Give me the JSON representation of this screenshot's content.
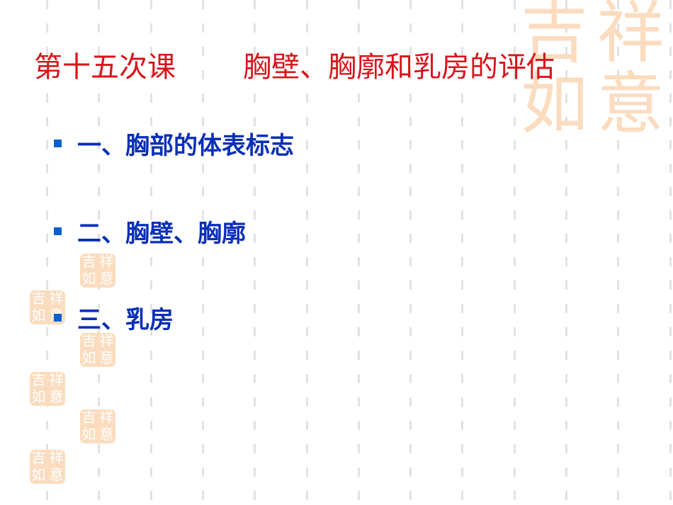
{
  "slide": {
    "title_left": "第十五次课",
    "title_right": "胸壁、胸廓和乳房的评估",
    "bullets": [
      {
        "label": "一、胸部的体表标志"
      },
      {
        "label": "二、胸壁、胸廓"
      },
      {
        "label": "三、乳房"
      }
    ]
  },
  "decoration": {
    "seal_text": "吉祥如意",
    "seal_chars": [
      "吉",
      "祥",
      "如",
      "意"
    ],
    "seal_color": "#fbdcbf",
    "title_color": "#d7141a",
    "bullet_text_color": "#0a2fb8",
    "bullet_marker_color": "#0a5fd0"
  }
}
